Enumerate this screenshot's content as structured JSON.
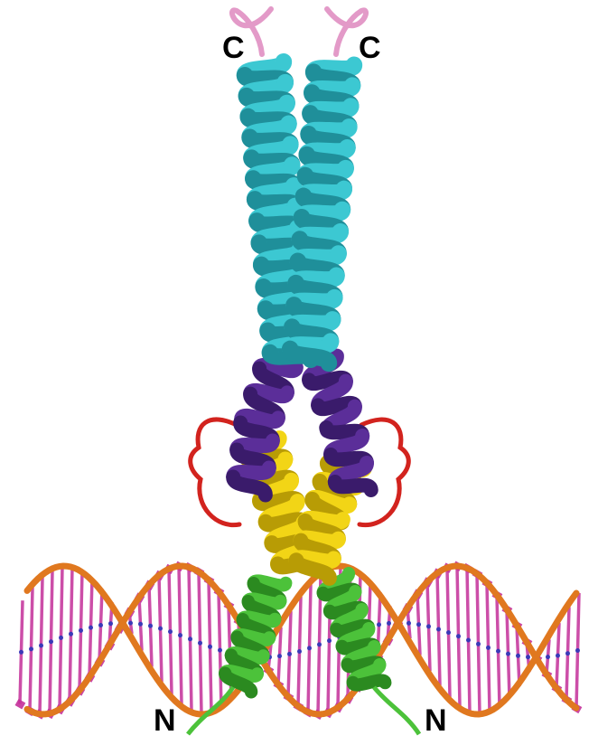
{
  "figure": {
    "labels": {
      "c_left": "C",
      "c_right": "C",
      "n_left": "N",
      "n_right": "N"
    }
  },
  "colors": {
    "coiled_coil": "#3cc8d2",
    "coiled_coil_dark": "#1f8f9a",
    "terminal_loop": "#e39ac8",
    "hinge_helix": "#5b2e99",
    "hinge_helix_dark": "#3a1b6b",
    "side_loop": "#d2231e",
    "core_helix": "#f2d516",
    "core_helix_dark": "#b89c05",
    "dna_binding_helix": "#4cc23a",
    "dna_binding_helix_dark": "#2b8a20",
    "dna_backbone": "#e0781f",
    "dna_bases": "#c4309a",
    "dna_base_tips": "#3a3ab8"
  }
}
